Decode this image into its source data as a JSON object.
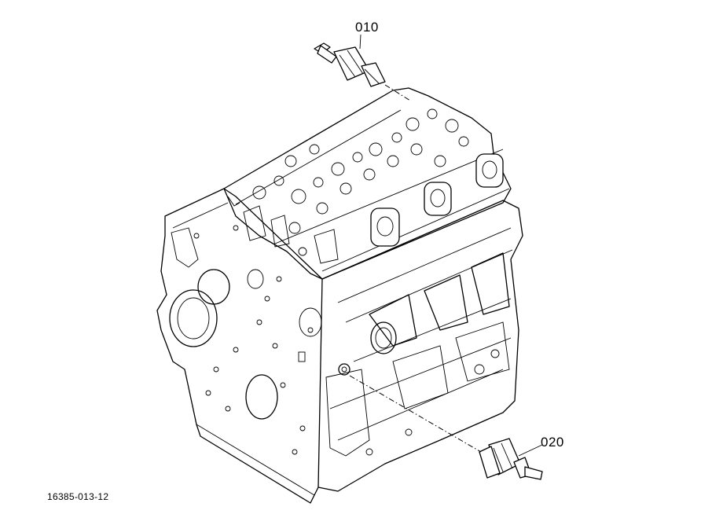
{
  "callouts": [
    {
      "part": "010"
    },
    {
      "part": "020"
    }
  ],
  "figure_id": "16385-013-12"
}
